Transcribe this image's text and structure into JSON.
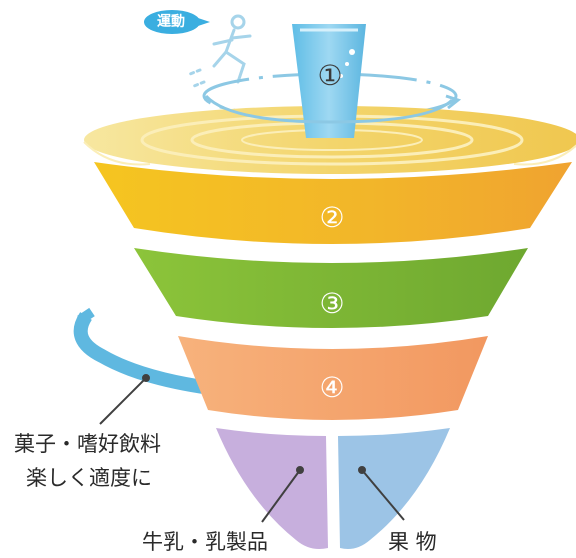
{
  "badge": {
    "label": "運動"
  },
  "tiers": [
    {
      "number": "①",
      "color": "#7cc8e8"
    },
    {
      "number": "②",
      "color": "#f2b82e"
    },
    {
      "number": "③",
      "color": "#79b43a"
    },
    {
      "number": "④",
      "color": "#f4a76a"
    }
  ],
  "labels": {
    "sweets_line1": "菓子・嗜好飲料",
    "sweets_line2": "楽しく適度に",
    "dairy": "牛乳・乳製品",
    "fruit": "果 物"
  },
  "colors": {
    "top_disc": "#f6e08a",
    "dairy": "#c9b2df",
    "fruit": "#9ec6e8",
    "ribbon": "#5fb8e0"
  }
}
